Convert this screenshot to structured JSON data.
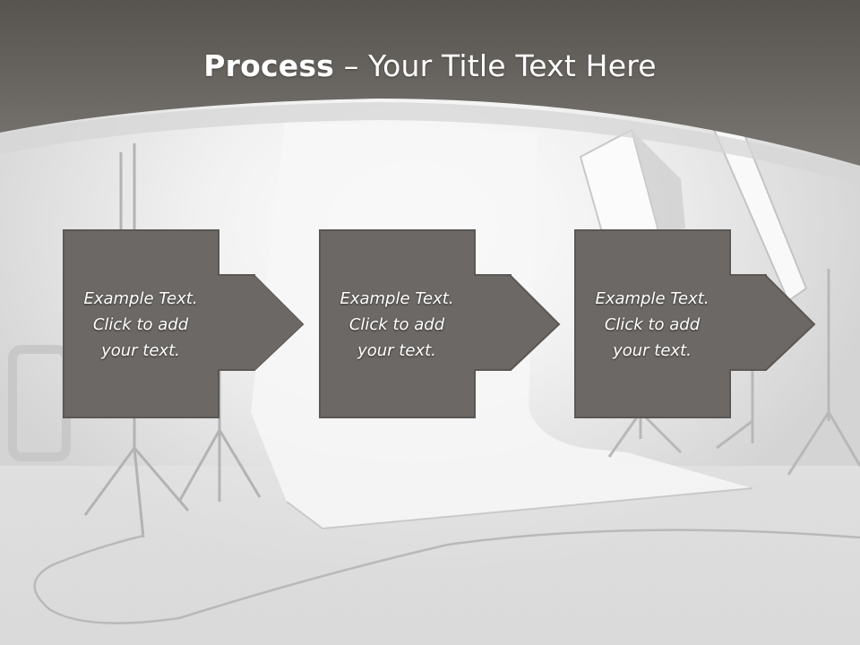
{
  "slide": {
    "title_bold": "Process",
    "title_rest": " – Your Title Text Here",
    "steps": [
      {
        "text": "Example Text.\nClick  to add\nyour text."
      },
      {
        "text": "Example Text.\nClick  to add\nyour text."
      },
      {
        "text": "Example Text.\nClick  to add\nyour text."
      }
    ]
  },
  "colors": {
    "header_band": "#6e6b68",
    "box_fill": "#6c6865",
    "box_stroke": "#5a5754",
    "background": "#e9e9e9"
  }
}
